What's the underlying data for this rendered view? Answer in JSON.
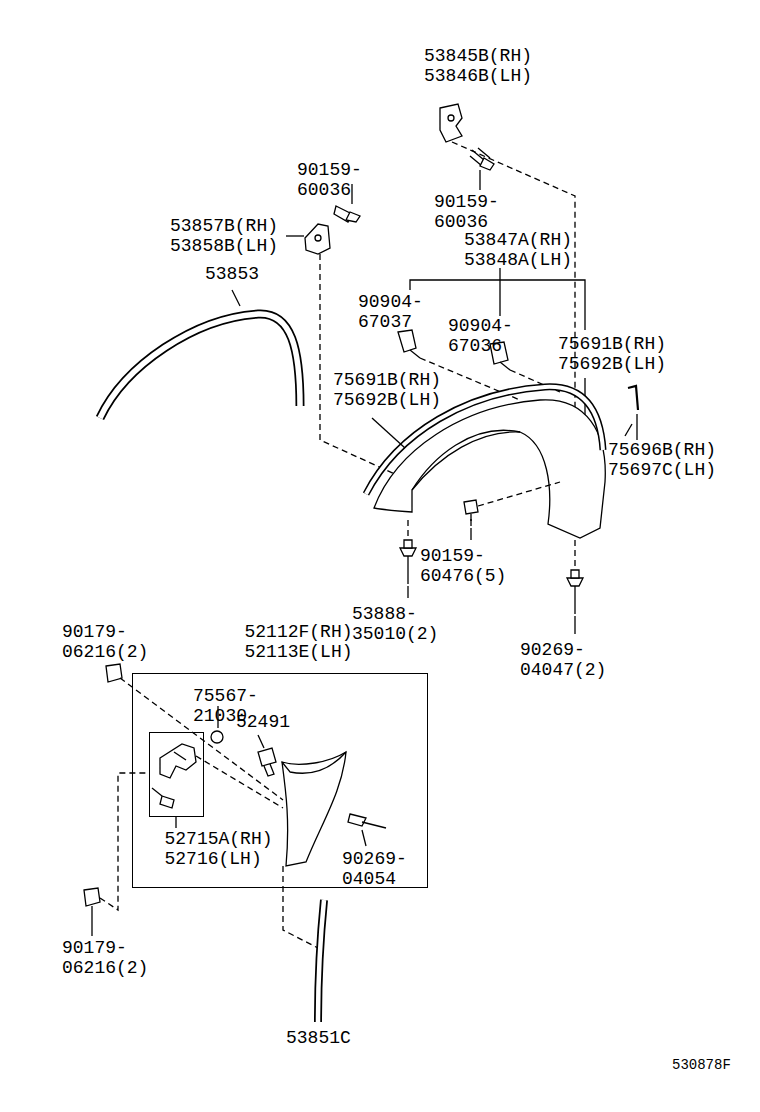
{
  "diagram": {
    "nodes": [
      {
        "text": [
          "52112F(RH) 52113E(LH)"
        ]
      },
      {
        "text": [
          "52715A(RH) 52716(LH)"
        ],
        "in": 0
      }
    ],
    "labels": [
      "53845B(RH) 53846B(LH)",
      "90159-60036",
      "90159-60036",
      "53857B(RH) 53858B(LH)",
      "53847A(RH) 53848A(LH)",
      "53853",
      "90904-67037",
      "90904-67036",
      "75691B(RH) 75692B(LH)",
      "75691B(RH) 75692B(LH)",
      "75696B(RH) 75697C(LH)",
      "90159-60476(5)",
      "53888-35010(2)",
      "90269-04047(2)",
      "90179-06216(2)",
      "75567-21030",
      "52491",
      "90269-04054",
      "90179-06216(2)",
      "53851C",
      "530878F"
    ]
  }
}
